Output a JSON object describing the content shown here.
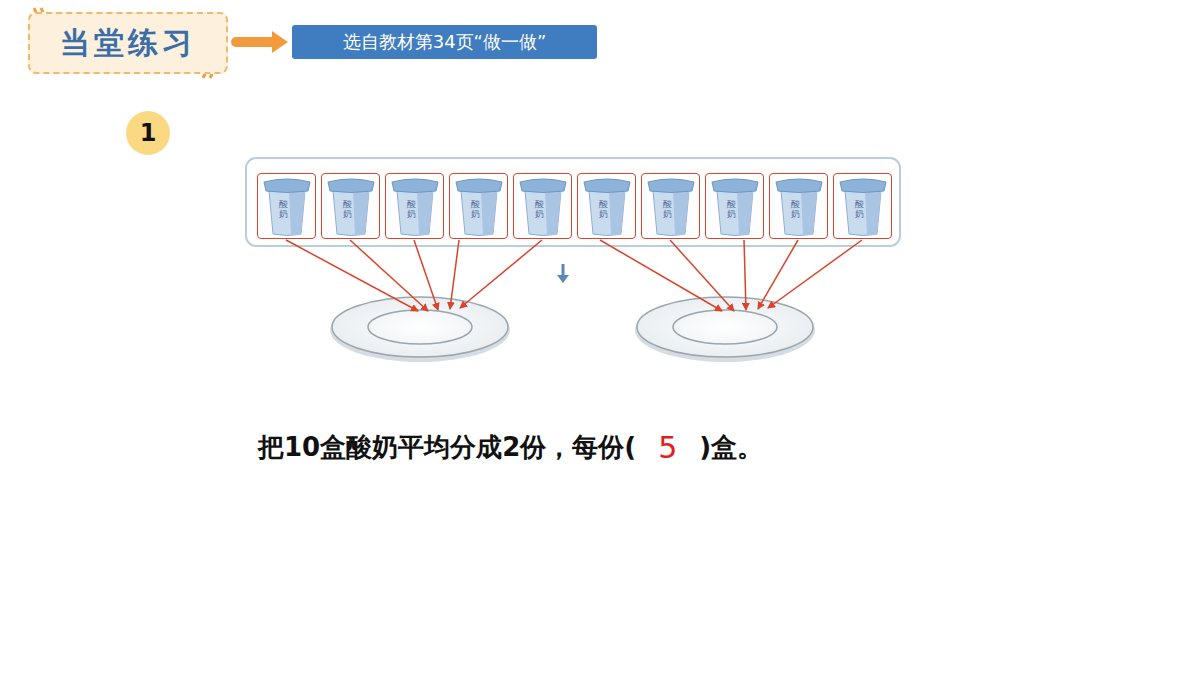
{
  "diagram": {
    "nodes": [
      {
        "text": [
          "当堂练习"
        ]
      },
      {
        "text": [
          "选自教材第34页“做一做”"
        ]
      },
      {
        "text": [
          "1"
        ]
      },
      {
        "text": [
          "酸奶"
        ]
      },
      {
        "text": [
          "酸奶"
        ]
      },
      {
        "text": [
          "酸奶"
        ]
      },
      {
        "text": [
          "酸奶"
        ]
      },
      {
        "text": [
          "酸奶"
        ]
      },
      {
        "text": [
          "酸奶"
        ]
      },
      {
        "text": [
          "酸奶"
        ]
      },
      {
        "text": [
          "酸奶"
        ]
      },
      {
        "text": [
          "酸奶"
        ]
      },
      {
        "text": [
          "酸奶"
        ]
      }
    ],
    "edges": [
      {
        "from": 0,
        "to": 1,
        "arrow": "to"
      }
    ],
    "labels": [
      "把10盒酸奶平均分成2份，每份(",
      "5",
      ")盒。"
    ]
  }
}
